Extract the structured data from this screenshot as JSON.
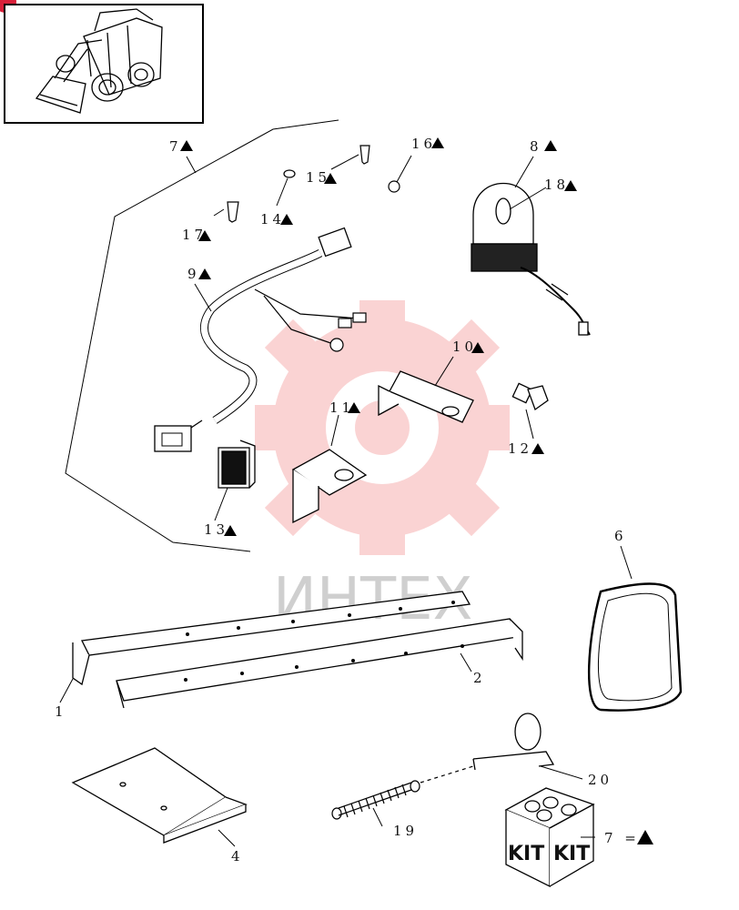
{
  "watermark": {
    "text": "ИНТЕХ",
    "color": "#f4b0b0"
  },
  "callouts": {
    "c1": "1",
    "c2": "2",
    "c4": "4",
    "c6": "6",
    "c7": "7",
    "c8": "8",
    "c9": "9",
    "c10": "10",
    "c11": "11",
    "c12": "12",
    "c13": "13",
    "c14": "14",
    "c15": "15",
    "c16": "16",
    "c17": "17",
    "c18": "18",
    "c19": "19",
    "c20": "20"
  },
  "kit_box": {
    "label_front": "KIT",
    "label_side": "KIT",
    "legend": "7 ="
  },
  "symbol": "▲"
}
